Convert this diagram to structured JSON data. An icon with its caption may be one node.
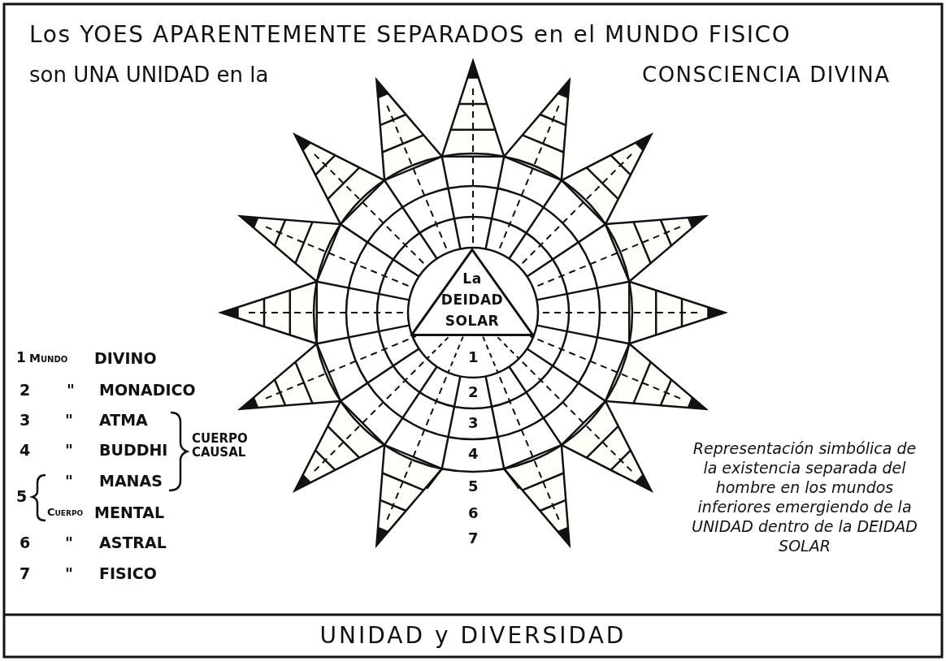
{
  "diagram": {
    "title": "Los YOES APARENTEMENTE SEPARADOS en el MUNDO FISICO",
    "caption": "UNIDAD y DIVERSIDAD",
    "nodes": [
      {
        "text": [
          "La DEIDAD SOLAR"
        ]
      }
    ],
    "labels": [
      "son UNA UNIDAD en la",
      "CONSCIENCIA DIVINA",
      "1",
      "Mundo",
      "DIVINO",
      "2",
      "\"",
      "MONADICO",
      "3",
      "\"",
      "ATMA",
      "4",
      "\"",
      "BUDDHI",
      "CUERPO CAUSAL",
      "\"",
      "MANAS",
      "5",
      "Cuerpo",
      "MENTAL",
      "6",
      "\"",
      "ASTRAL",
      "7",
      "\"",
      "FISICO",
      "1",
      "2",
      "3",
      "4",
      "5",
      "6",
      "7",
      "Representación simbólica de la existencia separada del hombre en los mundos inferiores emergiendo de la UNIDAD dentro de la DEIDAD SOLAR"
    ]
  }
}
